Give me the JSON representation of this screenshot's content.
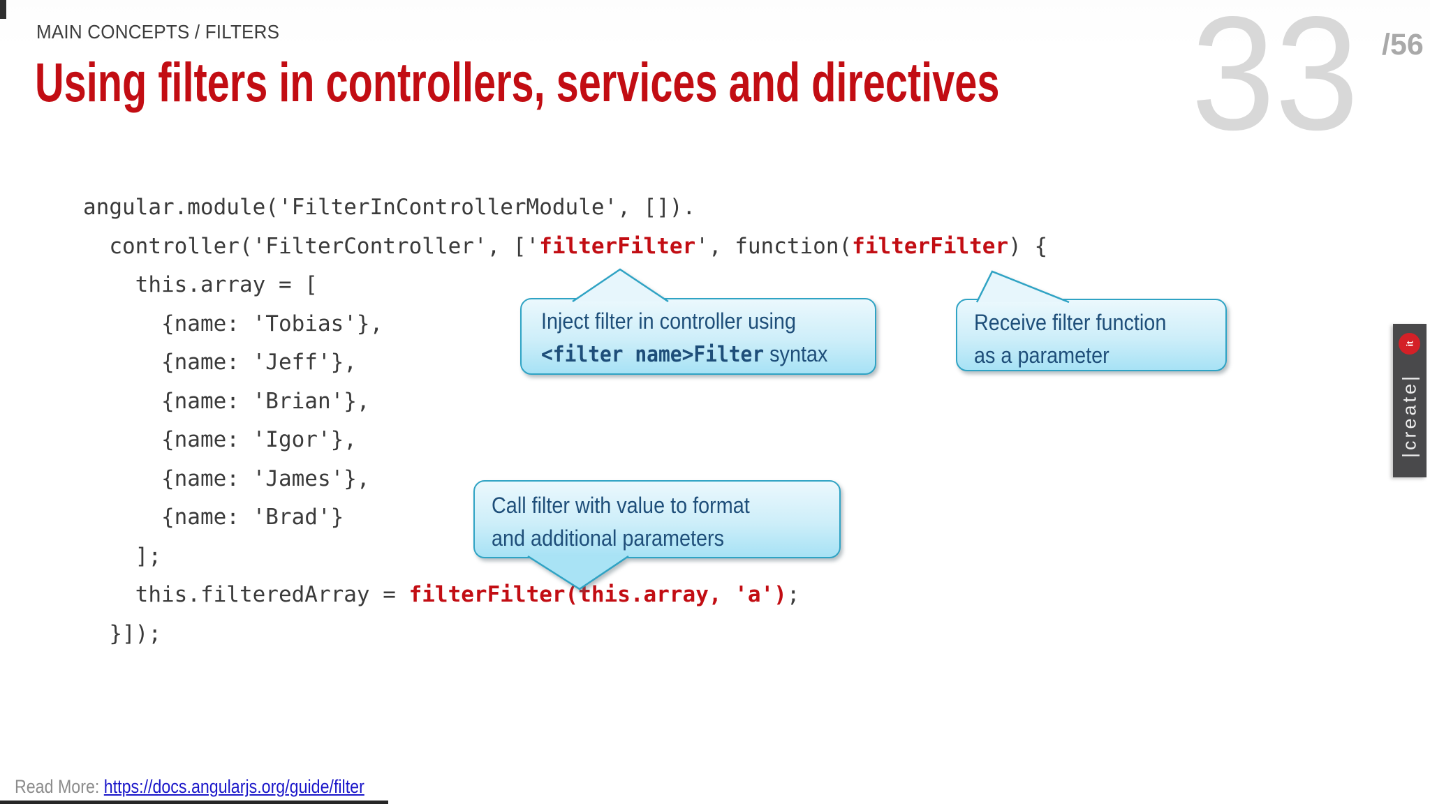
{
  "header": {
    "breadcrumb": "MAIN CONCEPTS / FILTERS",
    "title": "Using filters in controllers, services and directives",
    "slide_number": "33",
    "slide_total": "/56"
  },
  "code": {
    "lines": [
      [
        {
          "t": "angular.module('FilterInControllerModule', [])."
        }
      ],
      [
        {
          "t": "  controller('FilterController', ['"
        },
        {
          "t": "filterFilter",
          "s": "r"
        },
        {
          "t": "', function("
        },
        {
          "t": "filterFilter",
          "s": "r"
        },
        {
          "t": ") {"
        }
      ],
      [
        {
          "t": "    this.array = ["
        }
      ],
      [
        {
          "t": "      {name: 'Tobias'},"
        }
      ],
      [
        {
          "t": "      {name: 'Jeff'},"
        }
      ],
      [
        {
          "t": "      {name: 'Brian'},"
        }
      ],
      [
        {
          "t": "      {name: 'Igor'},"
        }
      ],
      [
        {
          "t": "      {name: 'James'},"
        }
      ],
      [
        {
          "t": "      {name: 'Brad'}"
        }
      ],
      [
        {
          "t": "    ];"
        }
      ],
      [
        {
          "t": "    this.filteredArray = "
        },
        {
          "t": "filterFilter(this.array, 'a')",
          "s": "r"
        },
        {
          "t": ";"
        }
      ],
      [
        {
          "t": "  }]);"
        }
      ]
    ]
  },
  "callouts": [
    {
      "id": "inject-filter",
      "lines": [
        [
          {
            "t": "Inject filter in controller using"
          }
        ],
        [
          {
            "t": "<filter name>Filter",
            "s": "k"
          },
          {
            "t": " syntax"
          }
        ]
      ]
    },
    {
      "id": "receive-filter-function",
      "lines": [
        [
          {
            "t": "Receive filter function"
          }
        ],
        [
          {
            "t": "as a parameter"
          }
        ]
      ]
    },
    {
      "id": "call-filter",
      "lines": [
        [
          {
            "t": "Call filter with value to format"
          }
        ],
        [
          {
            "t": "and additional parameters"
          }
        ]
      ]
    }
  ],
  "footer": {
    "label": "Read More:",
    "url": "https://docs.angularjs.org/guide/filter"
  },
  "watermark": {
    "text": "|create|",
    "badge": "it"
  },
  "colors": {
    "accent_red": "#c20d13",
    "code_text": "#3a3a3a",
    "bubble_border": "#2fa3c4",
    "bubble_text": "#1e4e79",
    "link_blue": "#1a16c9",
    "badge_red": "#d42027",
    "number_gray": "#d8d8d8"
  }
}
